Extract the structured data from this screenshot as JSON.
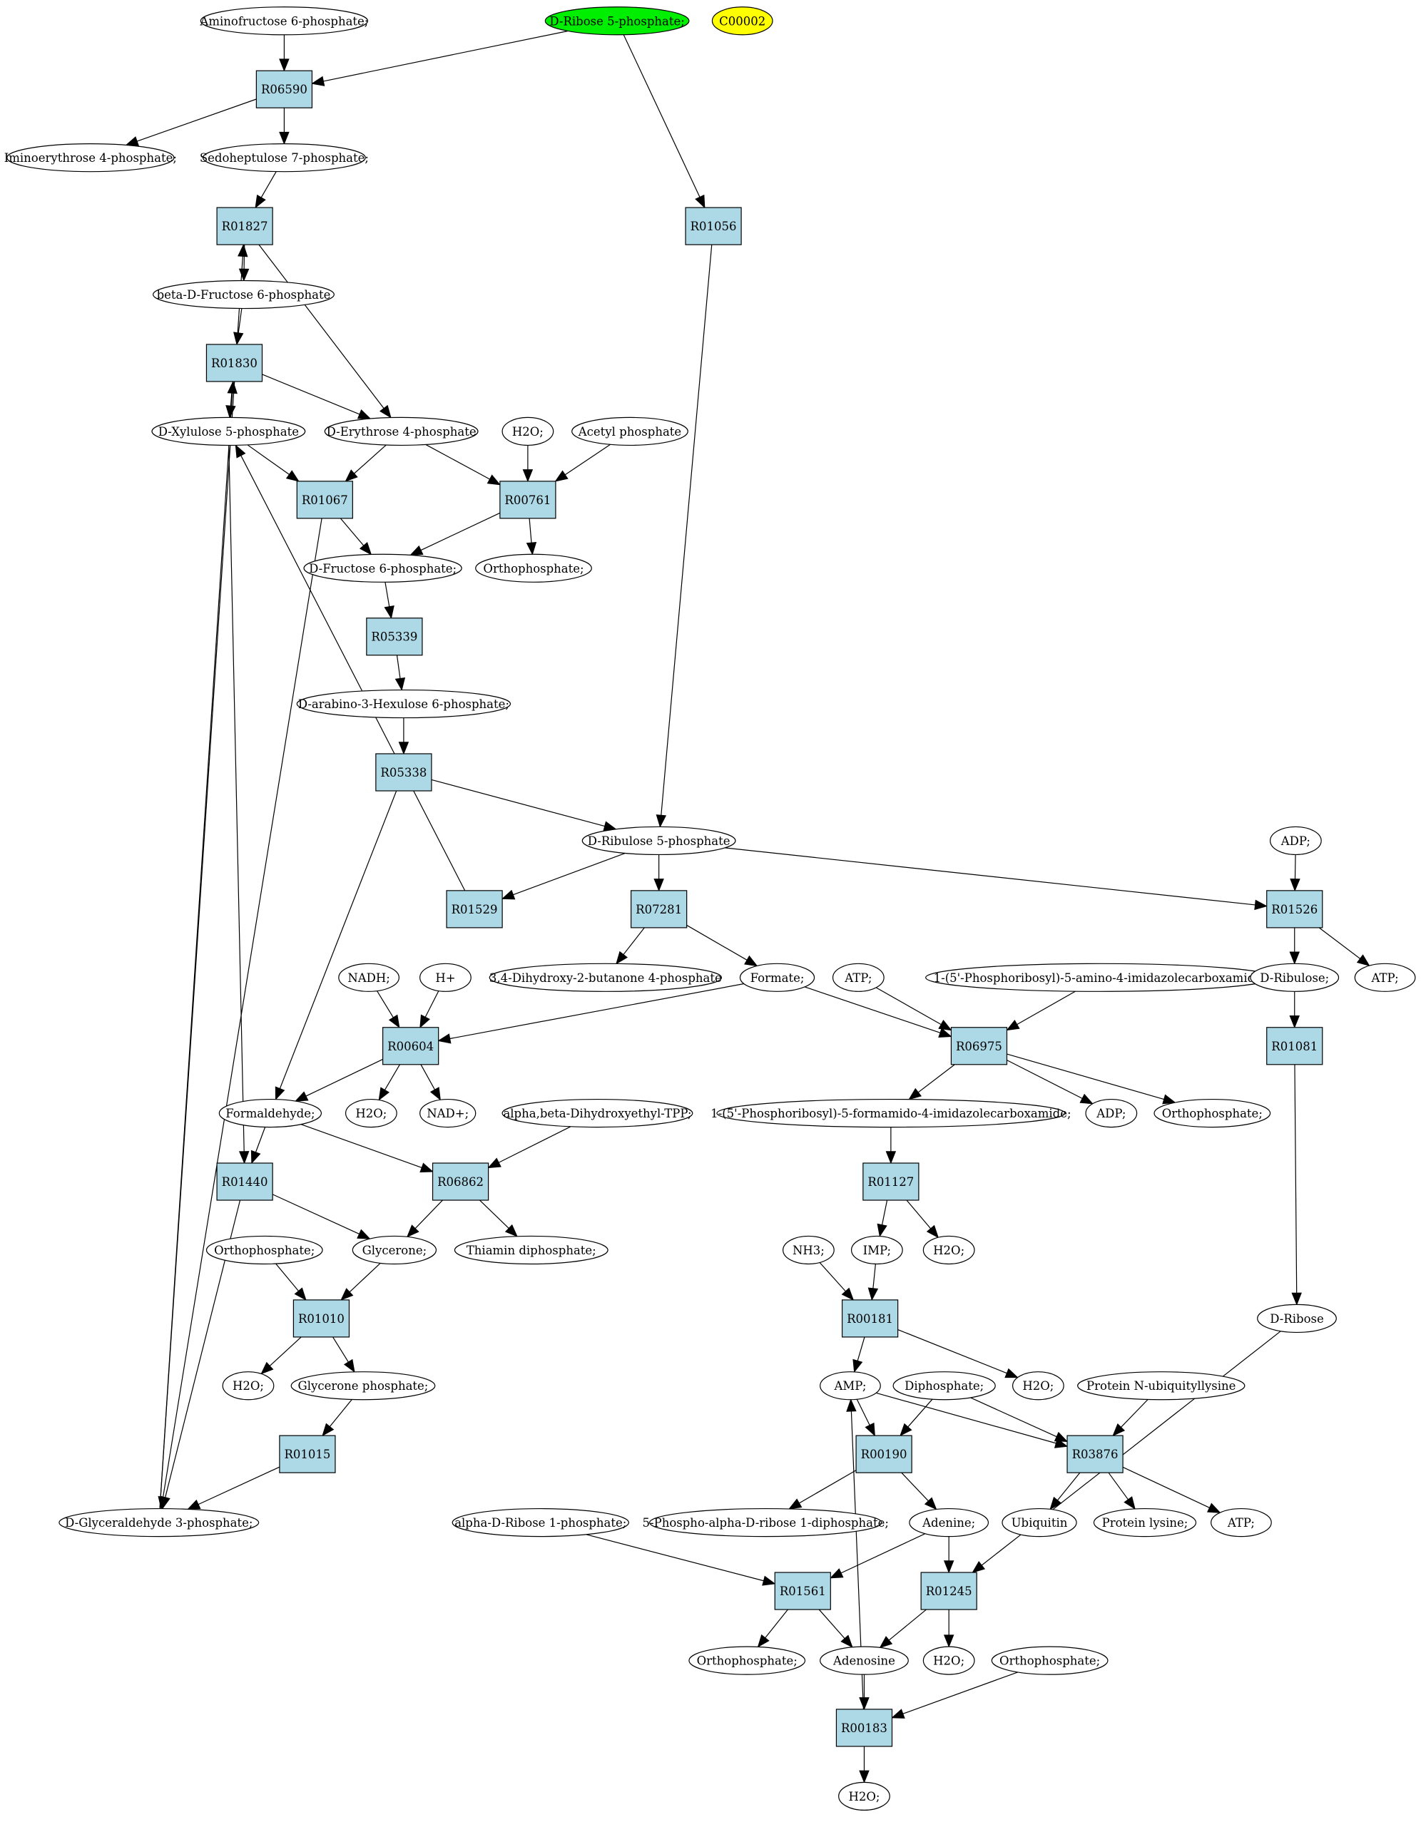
{
  "colors": {
    "start": "#00ee00",
    "highlight": "#ffff00",
    "compound": "#ffffff",
    "reaction": "#add8e6",
    "stroke": "#000000"
  },
  "nodes": [
    {
      "id": "aminofructose",
      "type": "compound",
      "label": "Aminofructose 6-phosphate;"
    },
    {
      "id": "ribose5p",
      "type": "compound",
      "label": "D-Ribose 5-phosphate;",
      "role": "start"
    },
    {
      "id": "c00002",
      "type": "compound",
      "label": "C00002",
      "role": "highlight"
    },
    {
      "id": "R06590",
      "type": "reaction",
      "label": "R06590"
    },
    {
      "id": "iminoerythrose",
      "type": "compound",
      "label": "Iminoerythrose 4-phosphate;"
    },
    {
      "id": "sedoheptulose",
      "type": "compound",
      "label": "Sedoheptulose 7-phosphate;"
    },
    {
      "id": "R01827",
      "type": "reaction",
      "label": "R01827"
    },
    {
      "id": "R01056",
      "type": "reaction",
      "label": "R01056"
    },
    {
      "id": "bfru6p",
      "type": "compound",
      "label": "beta-D-Fructose 6-phosphate"
    },
    {
      "id": "R01830",
      "type": "reaction",
      "label": "R01830"
    },
    {
      "id": "xylulose5p",
      "type": "compound",
      "label": "D-Xylulose 5-phosphate"
    },
    {
      "id": "erythrose4p",
      "type": "compound",
      "label": "D-Erythrose 4-phosphate"
    },
    {
      "id": "h2o_1",
      "type": "compound",
      "label": "H2O;"
    },
    {
      "id": "acetylp",
      "type": "compound",
      "label": "Acetyl phosphate"
    },
    {
      "id": "R01067",
      "type": "reaction",
      "label": "R01067"
    },
    {
      "id": "R00761",
      "type": "reaction",
      "label": "R00761"
    },
    {
      "id": "fru6p",
      "type": "compound",
      "label": "D-Fructose 6-phosphate;"
    },
    {
      "id": "ortho_1",
      "type": "compound",
      "label": "Orthophosphate;"
    },
    {
      "id": "R05339",
      "type": "reaction",
      "label": "R05339"
    },
    {
      "id": "hexulose6p",
      "type": "compound",
      "label": "D-arabino-3-Hexulose 6-phosphate;"
    },
    {
      "id": "R05338",
      "type": "reaction",
      "label": "R05338"
    },
    {
      "id": "ribulose5p",
      "type": "compound",
      "label": "D-Ribulose 5-phosphate"
    },
    {
      "id": "adp_1",
      "type": "compound",
      "label": "ADP;"
    },
    {
      "id": "R01529",
      "type": "reaction",
      "label": "R01529"
    },
    {
      "id": "R07281",
      "type": "reaction",
      "label": "R07281"
    },
    {
      "id": "R01526",
      "type": "reaction",
      "label": "R01526"
    },
    {
      "id": "nadh",
      "type": "compound",
      "label": "NADH;"
    },
    {
      "id": "hplus",
      "type": "compound",
      "label": "H+"
    },
    {
      "id": "dhbp",
      "type": "compound",
      "label": "3,4-Dihydroxy-2-butanone 4-phosphate"
    },
    {
      "id": "formate",
      "type": "compound",
      "label": "Formate;"
    },
    {
      "id": "atp_1",
      "type": "compound",
      "label": "ATP;"
    },
    {
      "id": "air",
      "type": "compound",
      "label": "1-(5'-Phosphoribosyl)-5-amino-4-imidazolecarboxamide;"
    },
    {
      "id": "ribulose",
      "type": "compound",
      "label": "D-Ribulose;"
    },
    {
      "id": "atp_2",
      "type": "compound",
      "label": "ATP;"
    },
    {
      "id": "R00604",
      "type": "reaction",
      "label": "R00604"
    },
    {
      "id": "R06975",
      "type": "reaction",
      "label": "R06975"
    },
    {
      "id": "R01081",
      "type": "reaction",
      "label": "R01081"
    },
    {
      "id": "formaldehyde",
      "type": "compound",
      "label": "Formaldehyde;"
    },
    {
      "id": "h2o_2",
      "type": "compound",
      "label": "H2O;"
    },
    {
      "id": "nadplus",
      "type": "compound",
      "label": "NAD+;"
    },
    {
      "id": "dhetpp",
      "type": "compound",
      "label": "alpha,beta-Dihydroxyethyl-TPP;"
    },
    {
      "id": "faicar",
      "type": "compound",
      "label": "1-(5'-Phosphoribosyl)-5-formamido-4-imidazolecarboxamide;"
    },
    {
      "id": "adp_2",
      "type": "compound",
      "label": "ADP;"
    },
    {
      "id": "ortho_2",
      "type": "compound",
      "label": "Orthophosphate;"
    },
    {
      "id": "R01440",
      "type": "reaction",
      "label": "R01440"
    },
    {
      "id": "R06862",
      "type": "reaction",
      "label": "R06862"
    },
    {
      "id": "R01127",
      "type": "reaction",
      "label": "R01127"
    },
    {
      "id": "ortho_3",
      "type": "compound",
      "label": "Orthophosphate;"
    },
    {
      "id": "glycerone",
      "type": "compound",
      "label": "Glycerone;"
    },
    {
      "id": "thiamin",
      "type": "compound",
      "label": "Thiamin diphosphate;"
    },
    {
      "id": "nh3",
      "type": "compound",
      "label": "NH3;"
    },
    {
      "id": "imp",
      "type": "compound",
      "label": "IMP;"
    },
    {
      "id": "h2o_3",
      "type": "compound",
      "label": "H2O;"
    },
    {
      "id": "dribose",
      "type": "compound",
      "label": "D-Ribose"
    },
    {
      "id": "R01010",
      "type": "reaction",
      "label": "R01010"
    },
    {
      "id": "R00181",
      "type": "reaction",
      "label": "R00181"
    },
    {
      "id": "h2o_4",
      "type": "compound",
      "label": "H2O;"
    },
    {
      "id": "glyceronep",
      "type": "compound",
      "label": "Glycerone phosphate;"
    },
    {
      "id": "amp",
      "type": "compound",
      "label": "AMP;"
    },
    {
      "id": "diphosphate",
      "type": "compound",
      "label": "Diphosphate;"
    },
    {
      "id": "h2o_5",
      "type": "compound",
      "label": "H2O;"
    },
    {
      "id": "protubq",
      "type": "compound",
      "label": "Protein N-ubiquityllysine"
    },
    {
      "id": "R01015",
      "type": "reaction",
      "label": "R01015"
    },
    {
      "id": "R00190",
      "type": "reaction",
      "label": "R00190"
    },
    {
      "id": "R03876",
      "type": "reaction",
      "label": "R03876"
    },
    {
      "id": "gap",
      "type": "compound",
      "label": "D-Glyceraldehyde 3-phosphate;"
    },
    {
      "id": "ar1p",
      "type": "compound",
      "label": "alpha-D-Ribose 1-phosphate;"
    },
    {
      "id": "prpp",
      "type": "compound",
      "label": "5-Phospho-alpha-D-ribose 1-diphosphate;"
    },
    {
      "id": "adenine",
      "type": "compound",
      "label": "Adenine;"
    },
    {
      "id": "ubiquitin",
      "type": "compound",
      "label": "Ubiquitin"
    },
    {
      "id": "protlys",
      "type": "compound",
      "label": "Protein lysine;"
    },
    {
      "id": "atp_3",
      "type": "compound",
      "label": "ATP;"
    },
    {
      "id": "R01561",
      "type": "reaction",
      "label": "R01561"
    },
    {
      "id": "R01245",
      "type": "reaction",
      "label": "R01245"
    },
    {
      "id": "ortho_4",
      "type": "compound",
      "label": "Orthophosphate;"
    },
    {
      "id": "adenosine",
      "type": "compound",
      "label": "Adenosine"
    },
    {
      "id": "h2o_6",
      "type": "compound",
      "label": "H2O;"
    },
    {
      "id": "ortho_5",
      "type": "compound",
      "label": "Orthophosphate;"
    },
    {
      "id": "R00183",
      "type": "reaction",
      "label": "R00183"
    },
    {
      "id": "h2o_7",
      "type": "compound",
      "label": "H2O;"
    }
  ],
  "edges": [
    [
      "aminofructose",
      "R06590"
    ],
    [
      "ribose5p",
      "R06590"
    ],
    [
      "ribose5p",
      "R01056"
    ],
    [
      "R06590",
      "iminoerythrose"
    ],
    [
      "R06590",
      "sedoheptulose"
    ],
    [
      "sedoheptulose",
      "R01827"
    ],
    [
      "gap",
      "R01827"
    ],
    [
      "R01827",
      "bfru6p"
    ],
    [
      "R01827",
      "erythrose4p"
    ],
    [
      "bfru6p",
      "R01830"
    ],
    [
      "gap",
      "R01830"
    ],
    [
      "R01830",
      "xylulose5p"
    ],
    [
      "R01830",
      "erythrose4p"
    ],
    [
      "xylulose5p",
      "R01067"
    ],
    [
      "erythrose4p",
      "R01067"
    ],
    [
      "erythrose4p",
      "R00761"
    ],
    [
      "h2o_1",
      "R00761"
    ],
    [
      "acetylp",
      "R00761"
    ],
    [
      "R01067",
      "fru6p"
    ],
    [
      "R01067",
      "gap"
    ],
    [
      "R00761",
      "fru6p"
    ],
    [
      "R00761",
      "ortho_1"
    ],
    [
      "fru6p",
      "R05339"
    ],
    [
      "R05339",
      "hexulose6p"
    ],
    [
      "hexulose6p",
      "R05338"
    ],
    [
      "R05338",
      "ribulose5p"
    ],
    [
      "R05338",
      "formaldehyde"
    ],
    [
      "R01056",
      "ribulose5p"
    ],
    [
      "ribulose5p",
      "R01529"
    ],
    [
      "ribulose5p",
      "R07281"
    ],
    [
      "ribulose5p",
      "R01526"
    ],
    [
      "R01529",
      "xylulose5p"
    ],
    [
      "R07281",
      "dhbp"
    ],
    [
      "R07281",
      "formate"
    ],
    [
      "adp_1",
      "R01526"
    ],
    [
      "R01526",
      "ribulose"
    ],
    [
      "R01526",
      "atp_2"
    ],
    [
      "nadh",
      "R00604"
    ],
    [
      "hplus",
      "R00604"
    ],
    [
      "formate",
      "R00604"
    ],
    [
      "R00604",
      "formaldehyde"
    ],
    [
      "R00604",
      "h2o_2"
    ],
    [
      "R00604",
      "nadplus"
    ],
    [
      "formate",
      "R06975"
    ],
    [
      "atp_1",
      "R06975"
    ],
    [
      "air",
      "R06975"
    ],
    [
      "R06975",
      "faicar"
    ],
    [
      "R06975",
      "adp_2"
    ],
    [
      "R06975",
      "ortho_2"
    ],
    [
      "ribulose",
      "R01081"
    ],
    [
      "R01081",
      "dribose"
    ],
    [
      "formaldehyde",
      "R01440"
    ],
    [
      "xylulose5p",
      "R01440"
    ],
    [
      "R01440",
      "glycerone"
    ],
    [
      "R01440",
      "gap"
    ],
    [
      "formaldehyde",
      "R06862"
    ],
    [
      "dhetpp",
      "R06862"
    ],
    [
      "R06862",
      "glycerone"
    ],
    [
      "R06862",
      "thiamin"
    ],
    [
      "faicar",
      "R01127"
    ],
    [
      "R01127",
      "imp"
    ],
    [
      "R01127",
      "h2o_3"
    ],
    [
      "ortho_3",
      "R01010"
    ],
    [
      "glycerone",
      "R01010"
    ],
    [
      "R01010",
      "h2o_4"
    ],
    [
      "R01010",
      "glyceronep"
    ],
    [
      "nh3",
      "R00181"
    ],
    [
      "imp",
      "R00181"
    ],
    [
      "R00181",
      "amp"
    ],
    [
      "R00181",
      "h2o_5"
    ],
    [
      "glyceronep",
      "R01015"
    ],
    [
      "R01015",
      "gap"
    ],
    [
      "amp",
      "R00190"
    ],
    [
      "diphosphate",
      "R00190"
    ],
    [
      "amp",
      "R03876"
    ],
    [
      "diphosphate",
      "R03876"
    ],
    [
      "protubq",
      "R03876"
    ],
    [
      "R00190",
      "prpp"
    ],
    [
      "R00190",
      "adenine"
    ],
    [
      "R03876",
      "ubiquitin"
    ],
    [
      "R03876",
      "protlys"
    ],
    [
      "R03876",
      "atp_3"
    ],
    [
      "ar1p",
      "R01561"
    ],
    [
      "adenine",
      "R01561"
    ],
    [
      "adenine",
      "R01245"
    ],
    [
      "dribose",
      "R01245"
    ],
    [
      "R01561",
      "ortho_4"
    ],
    [
      "R01561",
      "adenosine"
    ],
    [
      "R01245",
      "adenosine"
    ],
    [
      "R01245",
      "h2o_6"
    ],
    [
      "adenosine",
      "R00183"
    ],
    [
      "ortho_5",
      "R00183"
    ],
    [
      "R00183",
      "h2o_7"
    ],
    [
      "R00183",
      "amp"
    ]
  ]
}
